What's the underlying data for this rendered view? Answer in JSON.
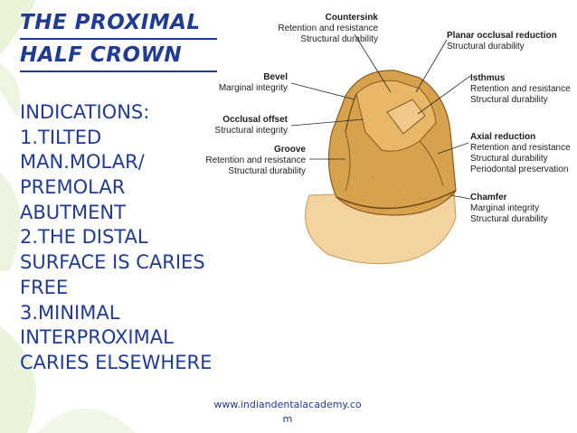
{
  "slide": {
    "title_line1": "THE PROXIMAL",
    "title_line2": "HALF CROWN",
    "body_lines": [
      "INDICATIONS:",
      "1.TILTED",
      "MAN.MOLAR/",
      "PREMOLAR",
      "ABUTMENT",
      "2.THE DISTAL",
      "SURFACE IS CARIES",
      "FREE",
      "3.MINIMAL",
      "INTERPROXIMAL",
      "CARIES ELSEWHERE"
    ],
    "footer_line1": "www.indiandentalacademy.co",
    "footer_line2": "m"
  },
  "diagram": {
    "labels": {
      "countersink": {
        "title": "Countersink",
        "lines": [
          "Retention and resistance",
          "Structural durability"
        ]
      },
      "bevel": {
        "title": "Bevel",
        "lines": [
          "Marginal integrity"
        ]
      },
      "occlusal_offset": {
        "title": "Occlusal offset",
        "lines": [
          "Structural integrity"
        ]
      },
      "groove": {
        "title": "Groove",
        "lines": [
          "Retention and resistance",
          "Structural durability"
        ]
      },
      "planar_occlusal_reduction": {
        "title": "Planar occlusal reduction",
        "lines": [
          "Structural durability"
        ]
      },
      "isthmus": {
        "title": "Isthmus",
        "lines": [
          "Retention and resistance",
          "Structural durability"
        ]
      },
      "axial_reduction": {
        "title": "Axial reduction",
        "lines": [
          "Retention and resistance",
          "Structural durability",
          "Periodontal preservation"
        ]
      },
      "chamfer": {
        "title": "Chamfer",
        "lines": [
          "Marginal integrity",
          "Structural durability"
        ]
      }
    }
  },
  "colors": {
    "text_blue": "#1f3b93",
    "tooth_gold": "#d6a24e",
    "tooth_light": "#eec687",
    "tooth_dark": "#a8742c",
    "decor_green": "#cfe8a8"
  }
}
